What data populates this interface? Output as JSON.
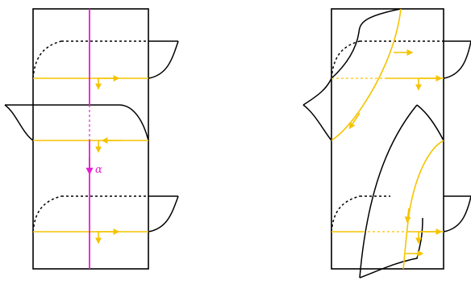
{
  "labels": {
    "curve_label": "α"
  },
  "colors": {
    "ink": "#000000",
    "arc": "#f5c400",
    "curve": "#e61ed2",
    "background": "#ffffff"
  },
  "figures": [
    {
      "name": "left-figure",
      "curve": "vertical-line"
    },
    {
      "name": "right-figure",
      "curve": "none"
    }
  ]
}
